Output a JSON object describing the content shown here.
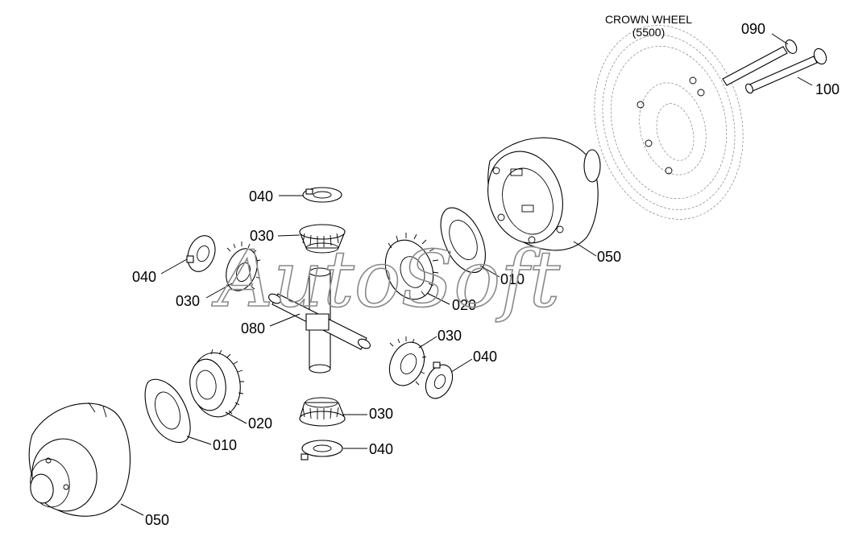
{
  "title": {
    "line1": "CROWN WHEEL",
    "line2": "(5500)"
  },
  "watermark": "AutoSoft",
  "colors": {
    "ink": "#000000",
    "watermark": "#8a8a8a",
    "background": "#ffffff"
  },
  "labels": {
    "p090": "090",
    "p100": "100",
    "p040_top": "040",
    "p030_top": "030",
    "p040_left": "040",
    "p030_left": "030",
    "p080": "080",
    "p010_right": "010",
    "p020_right": "020",
    "p050_right": "050",
    "p030_right": "030",
    "p040_right": "040",
    "p030_bottom": "030",
    "p040_bottom": "040",
    "p020_bottom": "020",
    "p010_bottom": "010",
    "p050_bottom": "050"
  }
}
